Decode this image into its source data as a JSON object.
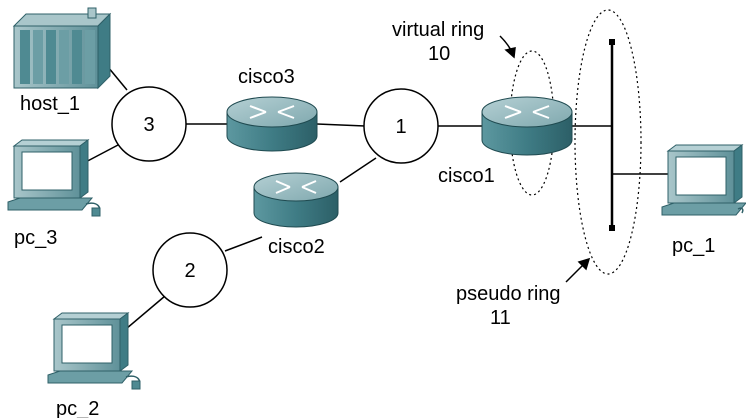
{
  "colors": {
    "device_top": "#8fb3b8",
    "device_body": "#4f8a92",
    "device_dark": "#2f6068",
    "screen": "#ffffff",
    "line": "#000000"
  },
  "rings": [
    {
      "id": "ring-1",
      "label": "1"
    },
    {
      "id": "ring-2",
      "label": "2"
    },
    {
      "id": "ring-3",
      "label": "3"
    }
  ],
  "routers": [
    {
      "id": "cisco1",
      "label": "cisco1"
    },
    {
      "id": "cisco2",
      "label": "cisco2"
    },
    {
      "id": "cisco3",
      "label": "cisco3"
    }
  ],
  "hosts": {
    "host_1": "host_1",
    "pc_1": "pc_1",
    "pc_2": "pc_2",
    "pc_3": "pc_3"
  },
  "annotations": {
    "virtual_ring_title": "virtual ring",
    "virtual_ring_number": "10",
    "pseudo_ring_title": "pseudo ring",
    "pseudo_ring_number": "11"
  }
}
